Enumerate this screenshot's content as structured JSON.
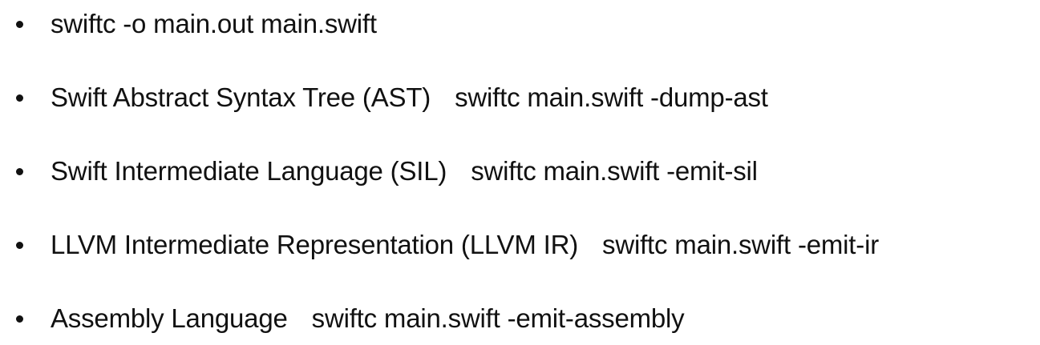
{
  "items": [
    {
      "label": "",
      "command": "swiftc -o main.out main.swift"
    },
    {
      "label": "Swift Abstract Syntax Tree (AST)",
      "command": "swiftc main.swift -dump-ast"
    },
    {
      "label": "Swift Intermediate Language (SIL)",
      "command": "swiftc main.swift -emit-sil"
    },
    {
      "label": "LLVM Intermediate Representation (LLVM IR)",
      "command": "swiftc main.swift -emit-ir"
    },
    {
      "label": "Assembly Language",
      "command": "swiftc main.swift -emit-assembly"
    }
  ],
  "colors": {
    "text": "#111111",
    "background": "#ffffff"
  }
}
